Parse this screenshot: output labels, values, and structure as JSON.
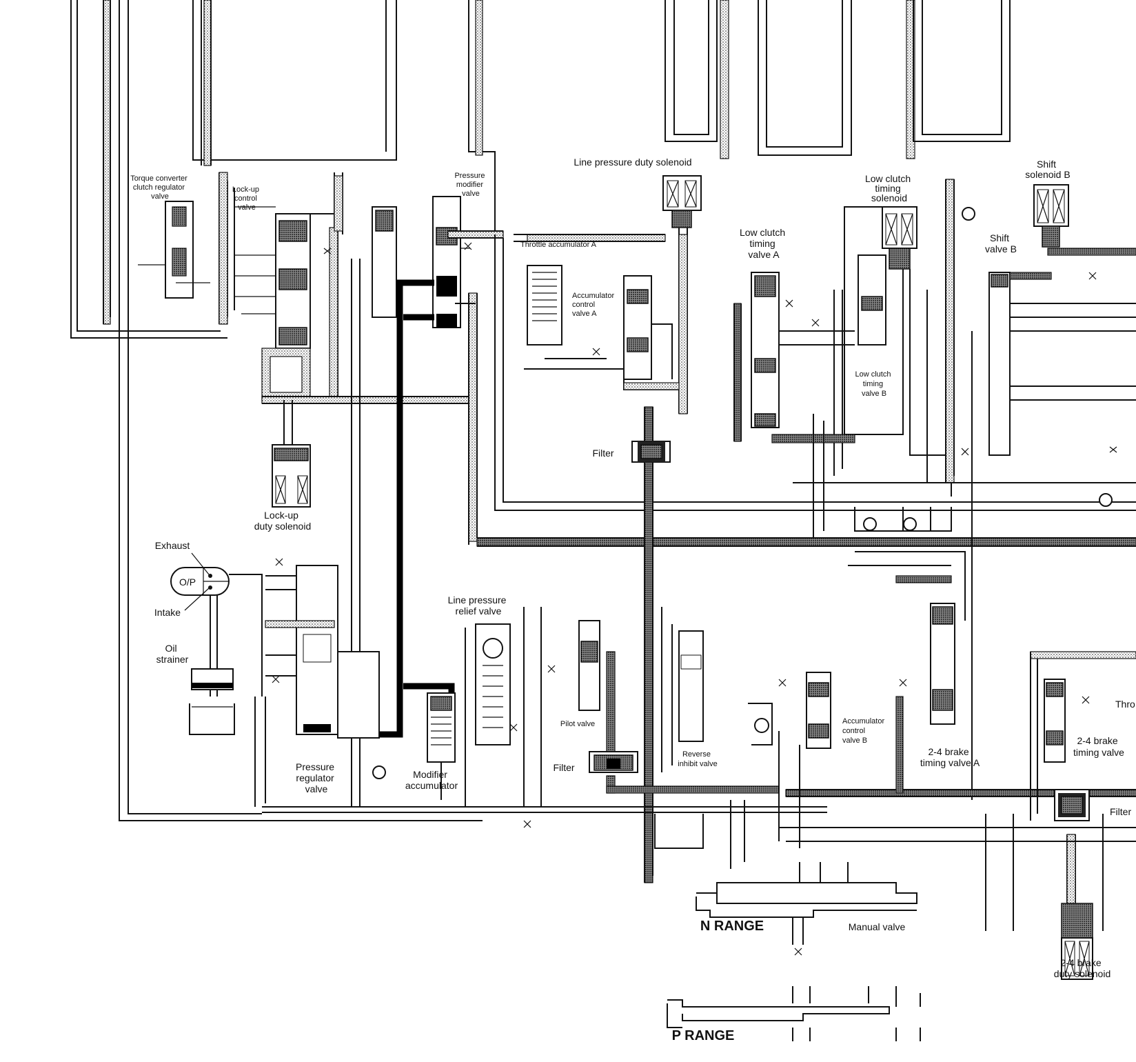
{
  "diagram": {
    "labels": {
      "torque_converter_valve": [
        "Torque converter",
        "clutch regulator",
        "valve"
      ],
      "lockup_control_valve": [
        "Lock-up",
        "control",
        "valve"
      ],
      "pressure_modifier_valve": [
        "Pressure",
        "modifier",
        "valve"
      ],
      "line_pressure_duty_solenoid": "Line pressure duty solenoid",
      "throttle_accumulator_a": "Throttle accumulator A",
      "accumulator_control_valve_a": [
        "Accumulator",
        "control",
        "valve A"
      ],
      "low_clutch_timing_valve_a": [
        "Low clutch",
        "timing",
        "valve A"
      ],
      "low_clutch_timing_solenoid": [
        "Low clutch",
        "timing",
        "solenoid"
      ],
      "low_clutch_timing_valve_b": [
        "Low clutch",
        "timing",
        "valve B"
      ],
      "shift_solenoid_b": [
        "Shift",
        "solenoid B"
      ],
      "shift_valve_b": [
        "Shift",
        "valve B"
      ],
      "filter_center": "Filter",
      "lockup_duty_solenoid": [
        "Lock-up",
        "duty solenoid"
      ],
      "exhaust": "Exhaust",
      "op": "O/P",
      "intake": "Intake",
      "oil_strainer": [
        "Oil",
        "strainer"
      ],
      "line_pressure_relief_valve": [
        "Line pressure",
        "relief valve"
      ],
      "pilot_valve": "Pilot valve",
      "filter_lower": "Filter",
      "pressure_regulator_valve": [
        "Pressure",
        "regulator",
        "valve"
      ],
      "modifier_accumulator": [
        "Modifier",
        "accumulator"
      ],
      "reverse_inhibit_valve": [
        "Reverse",
        "inhibit valve"
      ],
      "accumulator_control_valve_b": [
        "Accumulator",
        "control",
        "valve B"
      ],
      "brake_timing_valve_a": [
        "2-4 brake",
        "timing valve A"
      ],
      "brake_timing_valve_right": [
        "2-4 brake",
        "timing valve"
      ],
      "thro_partial": "Thro",
      "filter_right": "Filter",
      "n_range": "N  RANGE",
      "manual_valve": "Manual valve",
      "brake_duty_solenoid": [
        "2-4 brake",
        "duty solenoid"
      ],
      "p_range": "P  RANGE"
    }
  }
}
